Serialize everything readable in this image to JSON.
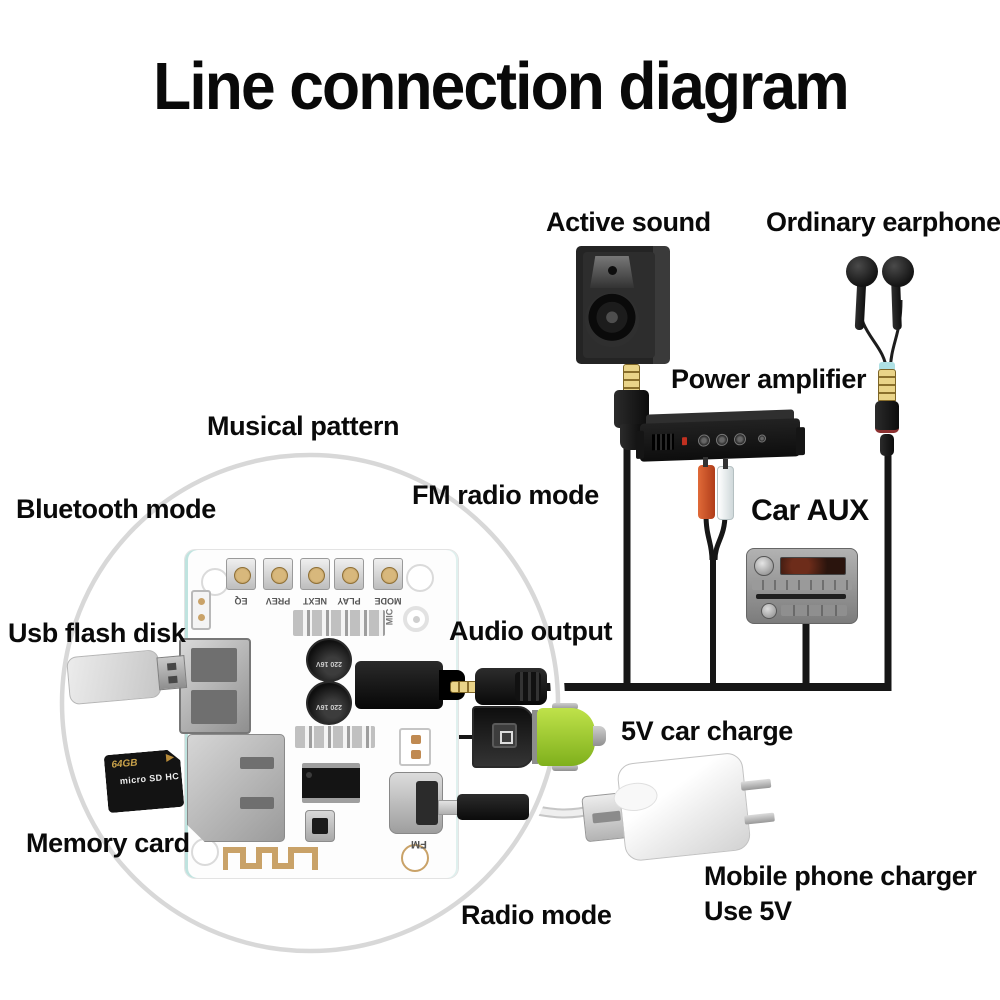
{
  "title": "Line connection diagram",
  "labels": {
    "active_sound": "Active sound",
    "ordinary_earphone": "Ordinary earphone",
    "power_amplifier": "Power amplifier",
    "musical_pattern": "Musical pattern",
    "fm_radio_mode": "FM radio mode",
    "bluetooth_mode": "Bluetooth mode",
    "car_aux": "Car AUX",
    "usb_flash_disk": "Usb flash disk",
    "audio_output": "Audio output",
    "car_charge_5v": "5V car charge",
    "memory_card": "Memory card",
    "mobile_phone_charger": "Mobile phone charger",
    "use_5v": "Use 5V",
    "radio_mode": "Radio mode"
  },
  "board": {
    "buttons": [
      "EQ",
      "PREV",
      "NEXT",
      "PLAY",
      "MODE"
    ],
    "mic_label": "MIC",
    "fm_label": "FM",
    "capacitor_label": "220 16V"
  },
  "memory_card_chip": {
    "capacity": "64GB",
    "type": "micro SD HC"
  },
  "colors": {
    "background": "#ffffff",
    "text": "#0a0a0a",
    "wire": "#161616",
    "circle_outline": "#d8d8d8",
    "charger_green": "#9ccf33",
    "rca_orange": "#d4532a",
    "antenna_gold": "#c9a268",
    "gold_plug": "#d9bd6e",
    "board_edge_teal": "#bfe3df"
  }
}
